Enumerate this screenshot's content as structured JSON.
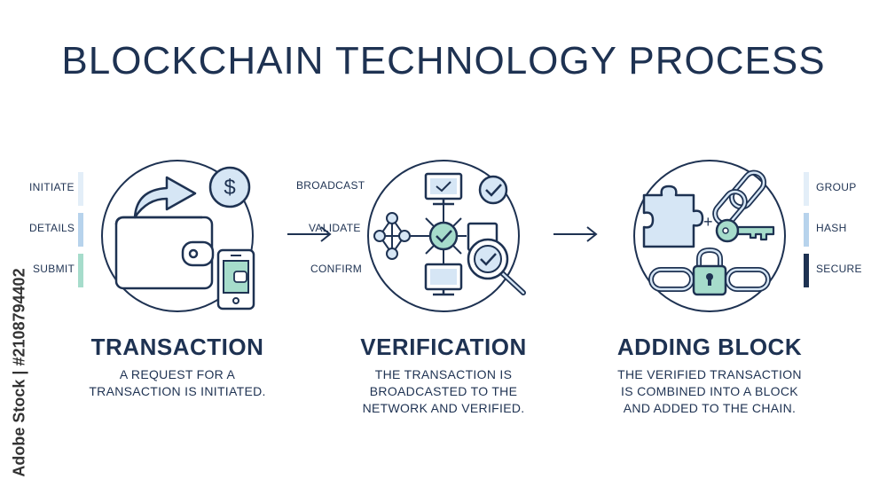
{
  "title": "BLOCKCHAIN TECHNOLOGY PROCESS",
  "colors": {
    "navy": "#1e3252",
    "light_blue": "#d6e6f5",
    "mint": "#93d5c1",
    "bar_light": "#e3eef8",
    "bar_mid": "#b7d3ec",
    "bar_mint": "#a6dccb"
  },
  "stages": [
    {
      "title": "TRANSACTION",
      "desc_lines": [
        "A REQUEST FOR A",
        "TRANSACTION IS INITIATED."
      ],
      "side_labels": [
        "INITIATE",
        "DETAILS",
        "SUBMIT"
      ],
      "icons": [
        "wallet-icon",
        "arrow-icon",
        "dollar-coin-icon",
        "smartphone-icon"
      ]
    },
    {
      "title": "VERIFICATION",
      "desc_lines": [
        "THE TRANSACTION IS",
        "BROADCASTED TO THE",
        "NETWORK AND VERIFIED."
      ],
      "side_labels": [
        "BROADCAST",
        "VALIDATE",
        "CONFIRM"
      ],
      "icons": [
        "computer-icon",
        "network-node-icon",
        "checkmark-icon",
        "magnifier-check-icon"
      ]
    },
    {
      "title": "ADDING BLOCK",
      "desc_lines": [
        "THE VERIFIED TRANSACTION",
        "IS COMBINED INTO A BLOCK",
        "AND ADDED TO THE CHAIN."
      ],
      "side_labels": [
        "GROUP",
        "HASH",
        "SECURE"
      ],
      "icons": [
        "puzzle-icon",
        "chain-key-icon",
        "chain-lock-icon"
      ]
    }
  ],
  "stock_text": "Adobe Stock | #2108794402"
}
